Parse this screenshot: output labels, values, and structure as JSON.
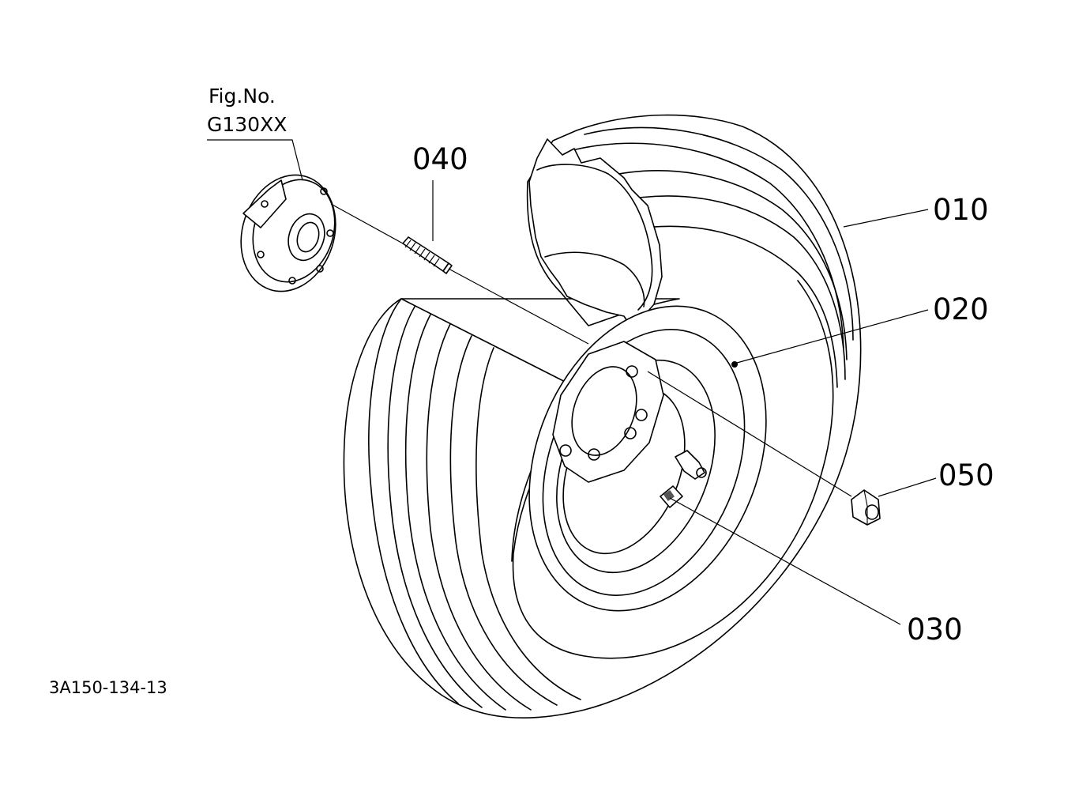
{
  "figure": {
    "fig_no_label": "Fig.No.",
    "fig_no_value": "G130XX",
    "drawing_code": "3A150-134-13"
  },
  "callouts": {
    "tire": "010",
    "rim": "020",
    "valve": "030",
    "stud": "040",
    "nut": "050"
  }
}
